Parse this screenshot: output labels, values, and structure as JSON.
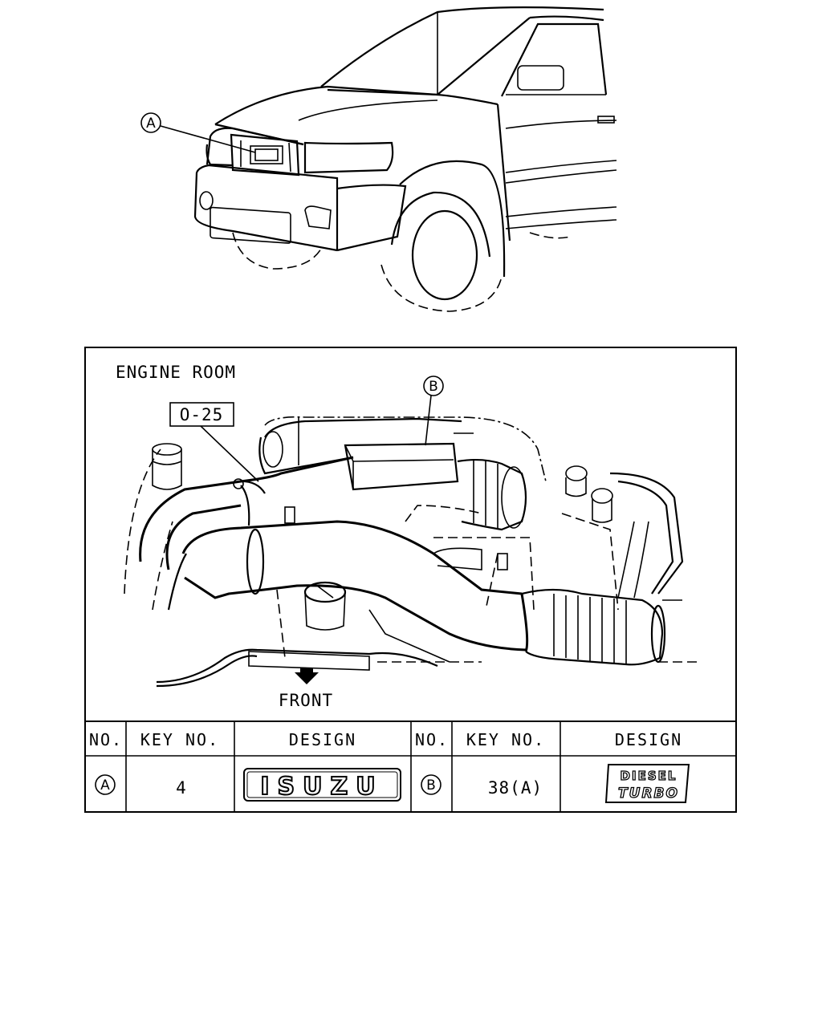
{
  "vehicle_view": {
    "callout_a": "A"
  },
  "engine_view": {
    "title": "ENGINE ROOM",
    "part_ref": "O-25",
    "callout_b": "B",
    "front_label": "FRONT"
  },
  "table": {
    "headers": {
      "no": "NO.",
      "key_no": "KEY NO.",
      "design": "DESIGN"
    },
    "rows": [
      {
        "no": "A",
        "key_no": "4",
        "design_text": "ISUZU"
      },
      {
        "no": "B",
        "key_no": "38(A)",
        "design_text_line1": "DIESEL",
        "design_text_line2": "TURBO"
      }
    ]
  }
}
